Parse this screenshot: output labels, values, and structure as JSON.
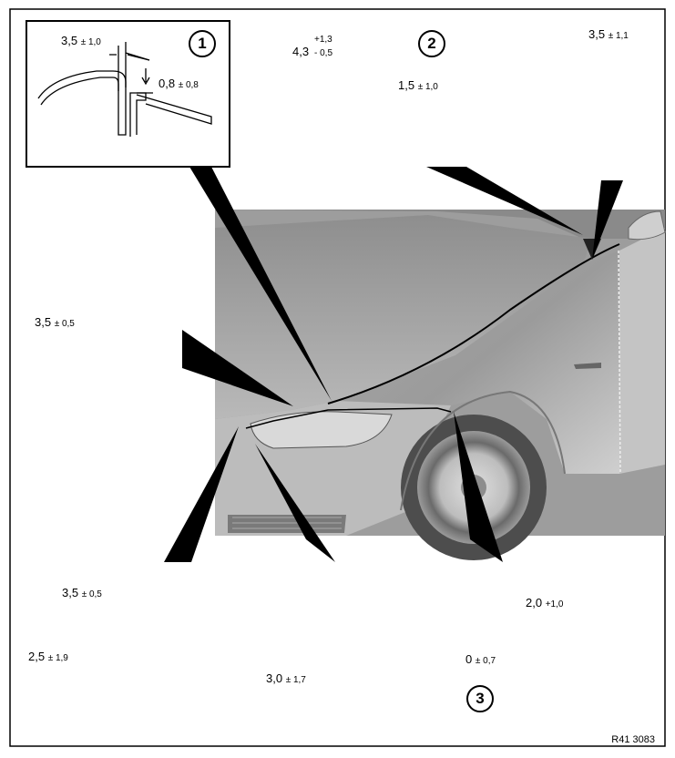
{
  "reference_code": "R41 3083",
  "callouts": {
    "c1": "1",
    "c2": "2",
    "c3": "3"
  },
  "dimensions": {
    "d1a": {
      "value": "3,5",
      "tol": "± 1,0"
    },
    "d1b": {
      "value": "0,8",
      "tol": "± 0,8"
    },
    "d2a": {
      "value": "4,3",
      "tol_plus": "+1,3",
      "tol_minus": "- 0,5"
    },
    "d2b": {
      "value": "1,5",
      "tol": "± 1,0"
    },
    "d3": {
      "value": "3,5",
      "tol": "± 1,1"
    },
    "d4": {
      "value": "3,5",
      "tol": "± 0,5"
    },
    "d5a": {
      "value": "3,5",
      "tol": "± 0,5"
    },
    "d5b": {
      "value": "2,5",
      "tol": "± 1,9"
    },
    "d6": {
      "value": "3,0",
      "tol": "± 1,7"
    },
    "d7a": {
      "value": "2,0",
      "tol": "+1,0"
    },
    "d7b": {
      "value": "0",
      "tol": "± 0,7"
    }
  }
}
